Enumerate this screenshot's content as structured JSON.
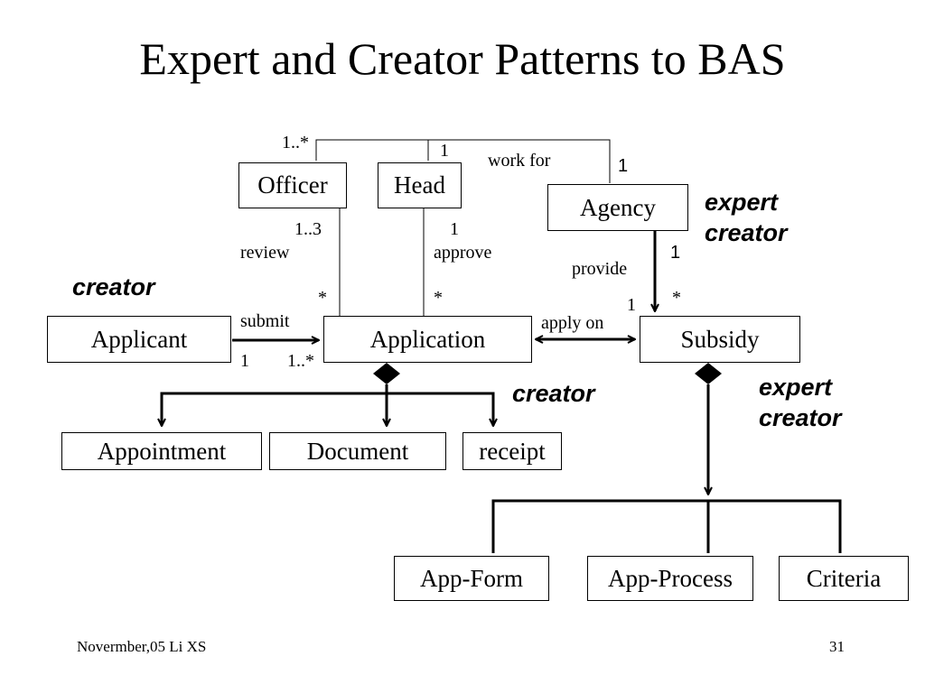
{
  "slide": {
    "title": "Expert and Creator Patterns to BAS",
    "footer_left": "Novermber,05 Li XS",
    "page_number": "31"
  },
  "classes": {
    "officer": "Officer",
    "head": "Head",
    "agency": "Agency",
    "applicant": "Applicant",
    "application": "Application",
    "subsidy": "Subsidy",
    "appointment": "Appointment",
    "document": "Document",
    "receipt": "receipt",
    "app_form": "App-Form",
    "app_process": "App-Process",
    "criteria": "Criteria"
  },
  "associations": {
    "work_for": "work for",
    "review": "review",
    "approve": "approve",
    "provide": "provide",
    "submit": "submit",
    "apply_on": "apply on"
  },
  "multiplicities": {
    "officer_work_for": "1..*",
    "head_work_for": "1",
    "agency_work_for": "1",
    "officer_review": "1..3",
    "application_review": "*",
    "head_approve": "1",
    "application_approve": "*",
    "agency_provide": "1",
    "subsidy_provide": "*",
    "applicant_submit": "1",
    "application_submit": "1..*",
    "application_apply_on": "1"
  },
  "pattern_tags": {
    "agency_line1": "expert",
    "agency_line2": "creator",
    "applicant": "creator",
    "application": "creator",
    "subsidy_line1": "expert",
    "subsidy_line2": "creator"
  }
}
